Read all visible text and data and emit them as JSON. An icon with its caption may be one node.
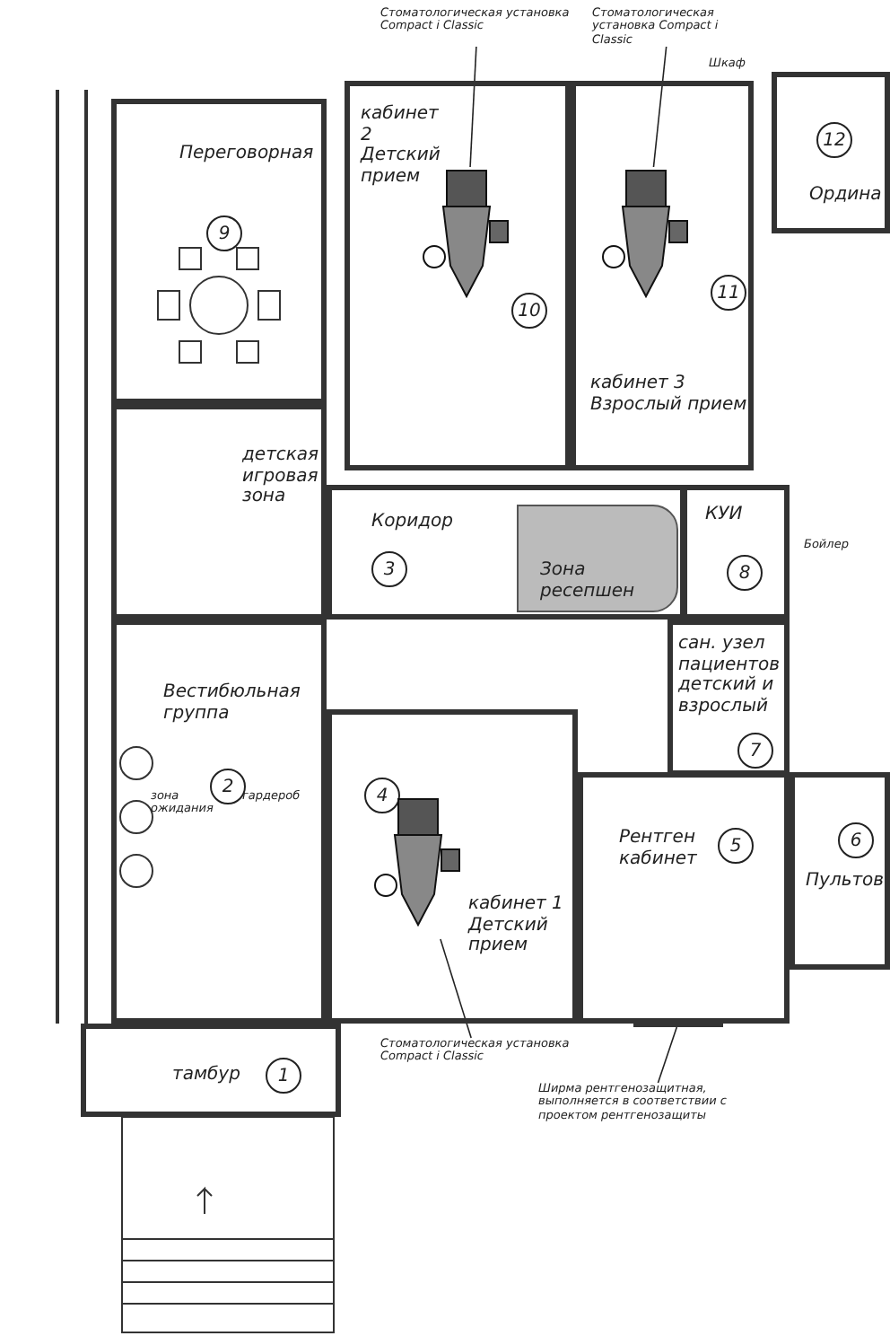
{
  "diagram": {
    "nodes": [
      {
        "text": [
          "Переговорная",
          "9"
        ]
      },
      {
        "text": [
          "кабинет 2 Детский прием",
          "10"
        ]
      },
      {
        "text": [
          "11",
          "кабинет 3 Взрослый прием"
        ]
      },
      {
        "text": [
          "12",
          "Ордина"
        ]
      },
      {
        "text": [
          "детская игровая зона"
        ]
      },
      {
        "text": [
          "Коридор",
          "3"
        ]
      },
      {
        "text": [
          "Зона ресепшен"
        ],
        "in": 5
      },
      {
        "text": [
          "КУИ",
          "8"
        ]
      },
      {
        "text": [
          "сан. узел пациентов детский и взрослый",
          "7"
        ]
      },
      {
        "text": [
          "Вестибюльная группа",
          "2"
        ]
      },
      {
        "text": [
          "4",
          "кабинет 1 Детский прием"
        ]
      },
      {
        "text": [
          "Рентген кабинет",
          "5"
        ]
      },
      {
        "text": [
          "6",
          "Пультов"
        ]
      },
      {
        "text": [
          "тамбур",
          "1"
        ]
      },
      {
        "text": [
          "Стоматологическая установка Compact i Classic"
        ]
      },
      {
        "text": [
          "Стоматологическая установка Compact i Classic"
        ]
      },
      {
        "text": [
          "Стоматологическая установка Compact i Classic"
        ]
      },
      {
        "text": [],
        "shape": "picture",
        "in": 1
      },
      {
        "text": [],
        "shape": "picture",
        "in": 2
      },
      {
        "text": [],
        "shape": "picture",
        "in": 10
      },
      {
        "text": [
          "Ширма рентгенозащитная, выполняется в соответствии с проектом рентгенозащиты"
        ]
      },
      {
        "text": [],
        "shape": "bar",
        "in": 11
      }
    ],
    "edges": [
      {
        "from": 14,
        "to": 17,
        "arrow": "none"
      },
      {
        "from": 15,
        "to": 18,
        "arrow": "none"
      },
      {
        "from": 16,
        "to": 19,
        "arrow": "none"
      },
      {
        "from": 20,
        "to": 21,
        "arrow": "none"
      }
    ],
    "labels": [
      "зона ожидания",
      "гардероб",
      "Шкаф",
      "Бойлер"
    ]
  }
}
